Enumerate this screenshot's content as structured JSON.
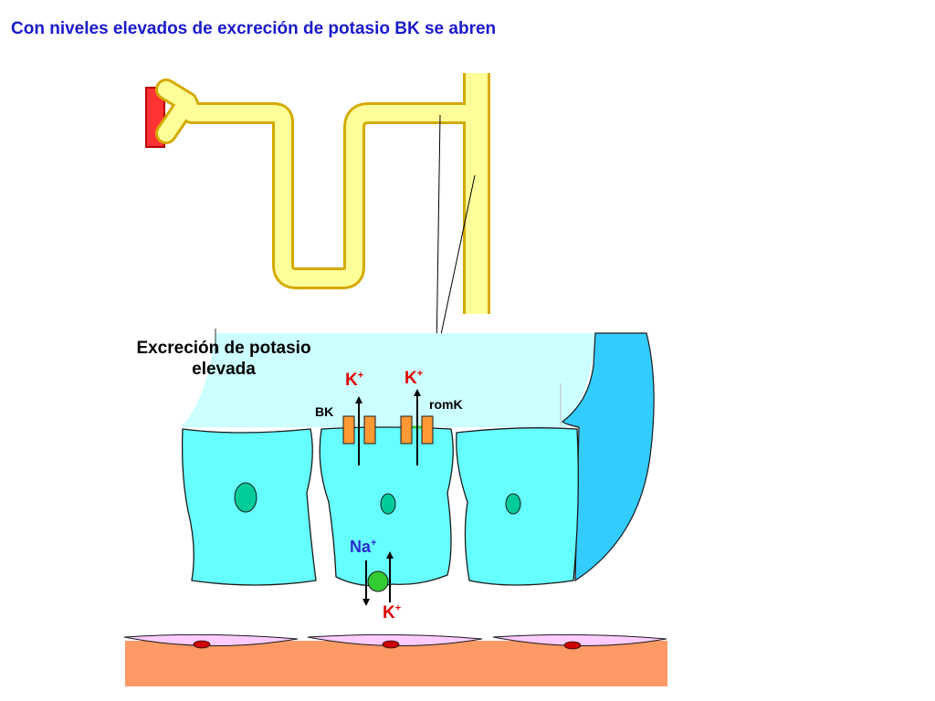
{
  "title": "Con niveles elevados de excreción de potasio BK se abren",
  "caption": {
    "line1": "Excreción de potasio",
    "line2": "elevada"
  },
  "ions": {
    "k_bk": "K",
    "k_romk": "K",
    "na": "Na",
    "k_basal": "K",
    "charge": "+"
  },
  "channels": {
    "bk": "BK",
    "romk": "romK"
  },
  "colors": {
    "title": "#1a1acc",
    "tubule_fill": "#ffff99",
    "tubule_outline": "#d4aa00",
    "lumen": "#ccffff",
    "cell": "#66ffff",
    "nucleus": "#00cc99",
    "channel": "#ff9933",
    "pump": "#33cc33",
    "vessel_wall": "#33ccff",
    "interstitium": "#ff9966",
    "endothelium": "#ffccff",
    "rbc": "#cc0000",
    "glomerulus": "#ff3333",
    "ion_k": "#e00000",
    "ion_na": "#2b2bd0"
  }
}
